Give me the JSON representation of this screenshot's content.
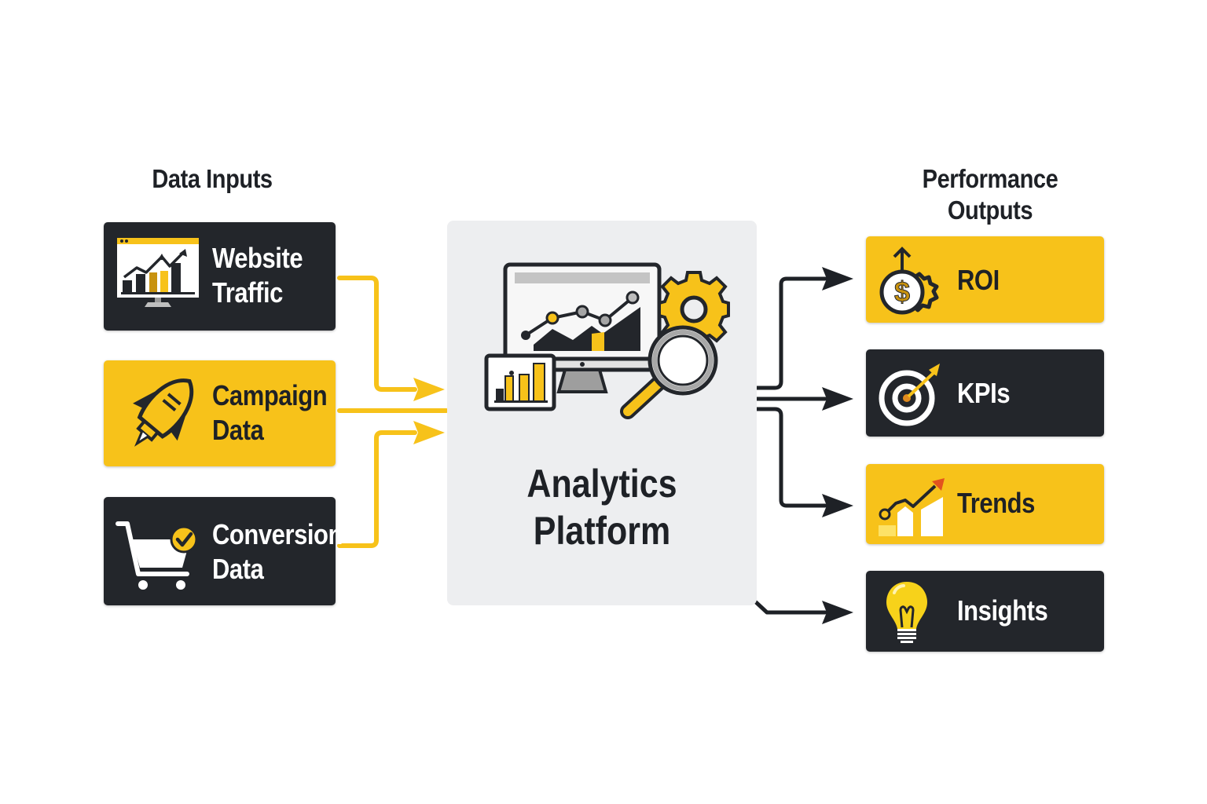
{
  "diagram": {
    "inputs_heading": "Data Inputs",
    "outputs_heading_line1": "Performance",
    "outputs_heading_line2": "Outputs",
    "colors": {
      "accent": "#f7c21a",
      "dark": "#23262b",
      "hub": "#edeef0",
      "text_dark": "#1e2126"
    },
    "inputs": [
      {
        "line1": "Website",
        "line2": "Traffic",
        "icon": "monitor-chart-icon",
        "style": "dark"
      },
      {
        "line1": "Campaign",
        "line2": "Data",
        "icon": "rocket-icon",
        "style": "yellow"
      },
      {
        "line1": "Conversion",
        "line2": "Data",
        "icon": "cart-check-icon",
        "style": "dark"
      }
    ],
    "hub": {
      "line1": "Analytics",
      "line2": "Platform",
      "icon": "dashboard-analytics-icon"
    },
    "outputs": [
      {
        "label": "ROI",
        "icon": "dollar-gear-icon",
        "style": "yellow"
      },
      {
        "label": "KPIs",
        "icon": "target-icon",
        "style": "dark"
      },
      {
        "label": "Trends",
        "icon": "trend-chart-icon",
        "style": "yellow"
      },
      {
        "label": "Insights",
        "icon": "lightbulb-icon",
        "style": "dark"
      }
    ]
  }
}
